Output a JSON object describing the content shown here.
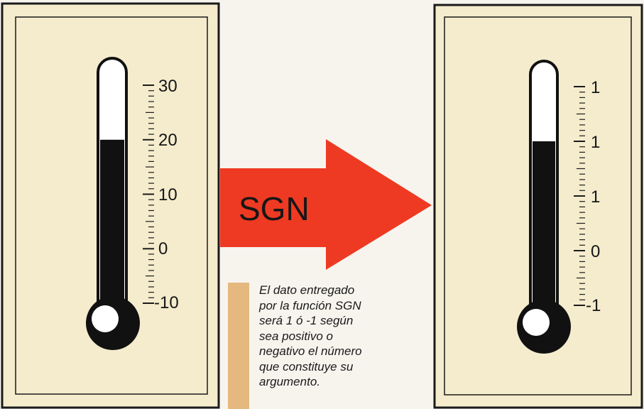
{
  "left_thermometer": {
    "scale_labels": [
      "30",
      "20",
      "10",
      "0",
      "-10"
    ],
    "fill_level": 20
  },
  "right_thermometer": {
    "scale_labels": [
      "1",
      "1",
      "1",
      "0",
      "-1"
    ],
    "fill_level_fraction": 0.75
  },
  "arrow": {
    "label": "SGN",
    "color": "#ee3a22"
  },
  "caption": {
    "lines": [
      "El dato entregado",
      "por la función SGN",
      "será 1 ó -1 según",
      "sea positivo o",
      "negativo el número",
      "que constituye su",
      "argumento."
    ]
  },
  "colors": {
    "panel": "#f5eccd",
    "mercury": "#111111",
    "accent_bar": "#e4b87e"
  }
}
